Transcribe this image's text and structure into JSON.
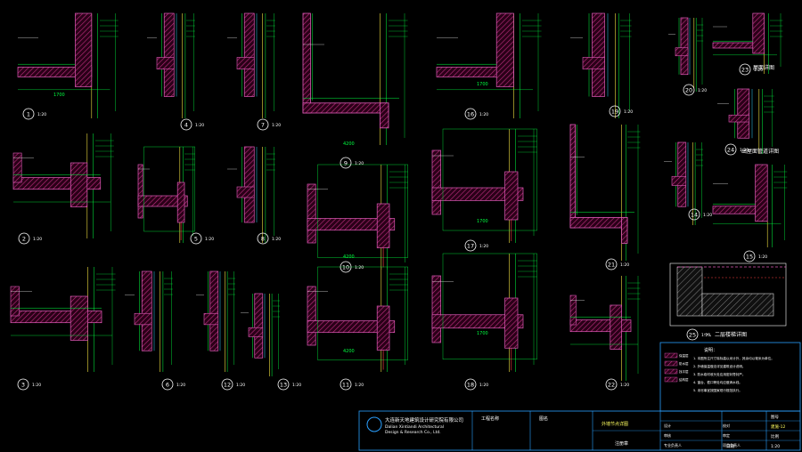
{
  "sheet": {
    "background": "#000000",
    "colors": {
      "wall": "#e05ab8",
      "hatch": "#c03080",
      "dim": "#00ff40",
      "label": "#ffffff",
      "yellow": "#f0e040",
      "cyan": "#30d0ff",
      "titleblock": "#2aa0ff"
    }
  },
  "details": [
    {
      "num": "1",
      "scale": "1:20"
    },
    {
      "num": "2",
      "scale": "1:20"
    },
    {
      "num": "3",
      "scale": "1:20"
    },
    {
      "num": "4",
      "scale": "1:20"
    },
    {
      "num": "5",
      "scale": "1:20"
    },
    {
      "num": "6",
      "scale": "1:20"
    },
    {
      "num": "7",
      "scale": "1:20"
    },
    {
      "num": "8",
      "scale": "1:20"
    },
    {
      "num": "9",
      "scale": "1:20"
    },
    {
      "num": "10",
      "scale": "1:20"
    },
    {
      "num": "11",
      "scale": "1:20"
    },
    {
      "num": "12",
      "scale": "1:20"
    },
    {
      "num": "13",
      "scale": "1:20"
    },
    {
      "num": "14",
      "scale": "1:20"
    },
    {
      "num": "15",
      "scale": "1:20"
    },
    {
      "num": "16",
      "scale": "1:20"
    },
    {
      "num": "17",
      "scale": "1:20"
    },
    {
      "num": "18",
      "scale": "1:20"
    },
    {
      "num": "19",
      "scale": "1:20"
    },
    {
      "num": "20",
      "scale": "1:20"
    },
    {
      "num": "21",
      "scale": "1:20"
    },
    {
      "num": "22",
      "scale": "1:20"
    },
    {
      "num": "23",
      "scale": "1:20"
    },
    {
      "num": "24",
      "scale": "1:20"
    },
    {
      "num": "25",
      "scale": "1:20"
    }
  ],
  "detail_titles": {
    "d23": "屋面详图",
    "d24": "出屋面管道详图",
    "d25": "一、二层楼梯详图"
  },
  "dims": {
    "d1": "1700",
    "d9": "4200",
    "d10": "4200",
    "d11": "4200",
    "d16": "1700",
    "d17": "1700",
    "d18": "1700"
  },
  "title_block": {
    "company_cn": "大连新天地建筑设计研究院有限公司",
    "company_en1": "Dalian Xintiandi Architectural",
    "company_en2": "Design & Research Co., Ltd.",
    "project_label": "工程名称",
    "drawing_label": "图名",
    "drawing_name": "外墙节点详图",
    "sheet_no_label": "图号",
    "sheet_no": "建施-12",
    "date_label": "日期",
    "scale_label": "比例",
    "scale_value": "1:20",
    "seal": "注册章",
    "notes_title": "说明：",
    "notes": [
      "1. 本图所注尺寸除标高以米计外，其余均以毫米为单位。",
      "2. 外墙保温做法详见建筑设计说明。",
      "3. 防水卷材收头处应用密封膏封严。",
      "4. 窗台、檐口等处均应做滴水线。",
      "5. 未尽事宜按国家现行规范执行。"
    ],
    "legend": [
      "保温层",
      "防水层",
      "找平层",
      "结构层"
    ],
    "roles": [
      "设计",
      "校对",
      "审核",
      "审定",
      "专业负责人",
      "项目负责人"
    ]
  }
}
